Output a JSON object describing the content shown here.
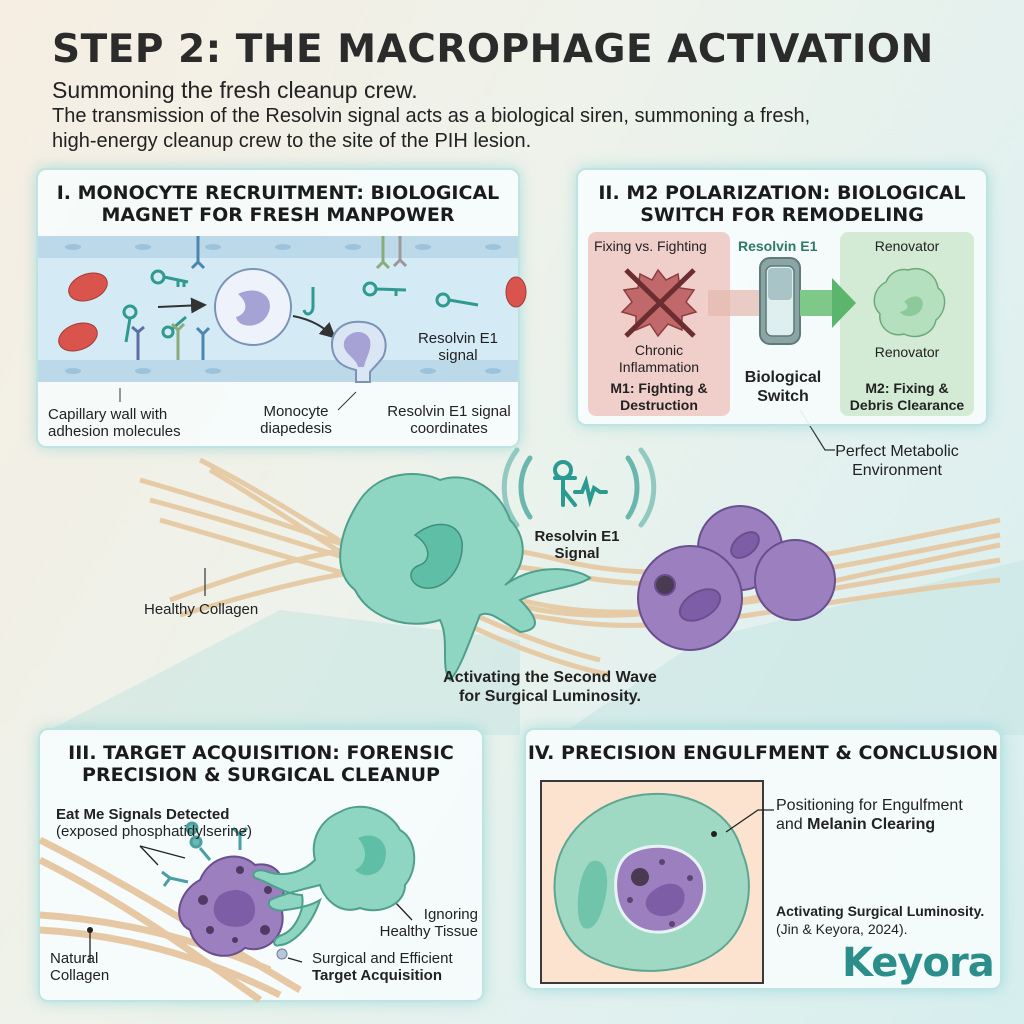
{
  "header": {
    "title": "STEP 2: THE MACROPHAGE ACTIVATION",
    "subtitle": "Summoning the fresh cleanup crew.",
    "description_line1": "The transmission of the Resolvin signal acts as a biological siren, summoning a fresh,",
    "description_line2": "high-energy cleanup crew to the site of the PIH lesion."
  },
  "panel1": {
    "title_line1": "I. MONOCYTE RECRUITMENT: BIOLOGICAL",
    "title_line2": "MAGNET FOR FRESH MANPOWER",
    "labels": {
      "resolvin_signal_1": "Resolvin E1",
      "resolvin_signal_2": "signal",
      "capillary_1": "Capillary wall with",
      "capillary_2": "adhesion molecules",
      "diapedesis_1": "Monocyte",
      "diapedesis_2": "diapedesis",
      "coordinates_1": "Resolvin E1 signal",
      "coordinates_2": "coordinates"
    }
  },
  "panel2": {
    "title_line1": "II. M2 POLARIZATION: BIOLOGICAL",
    "title_line2": "SWITCH FOR REMODELING",
    "m1": {
      "heading": "Fixing vs. Fighting",
      "caption_1": "Chronic",
      "caption_2": "Inflammation",
      "label_1": "M1: Fighting &",
      "label_2": "Destruction",
      "color": "#f0cfca"
    },
    "switch": {
      "heading": "Resolvin E1",
      "label_1": "Biological",
      "label_2": "Switch",
      "heading_color": "#2d7a66"
    },
    "m2": {
      "heading": "Renovator",
      "caption": "Renovator",
      "label_1": "M2: Fixing &",
      "label_2": "Debris Clearance",
      "color": "#d3ebd4"
    },
    "callout_1": "Perfect Metabolic",
    "callout_2": "Environment"
  },
  "center": {
    "signal_label_1": "Resolvin E1",
    "signal_label_2": "Signal",
    "collagen_label": "Healthy Collagen",
    "caption_1": "Activating the Second Wave",
    "caption_2": "for Surgical Luminosity."
  },
  "panel3": {
    "title_line1": "III. TARGET ACQUISITION: FORENSIC",
    "title_line2": "PRECISION & SURGICAL CLEANUP",
    "eat_me_1": "Eat Me Signals Detected",
    "eat_me_2": "(exposed phosphatidylserine)",
    "ignoring_1": "Ignoring",
    "ignoring_2": "Healthy Tissue",
    "collagen_1": "Natural",
    "collagen_2": "Collagen",
    "target_1": "Surgical and Efficient",
    "target_2": "Target Acquisition"
  },
  "panel4": {
    "title": "IV. PRECISION ENGULFMENT & CONCLUSION",
    "positioning_1": "Positioning for Engulfment",
    "positioning_2a": "and ",
    "positioning_2b": "Melanin Clearing",
    "conclusion_1": "Activating Surgical Luminosity.",
    "conclusion_2": "(Jin & Keyora, 2024)."
  },
  "brand": {
    "logo": "Keyora",
    "color": "#2b8e8b"
  },
  "colors": {
    "macrophage": "#8fd6c2",
    "apoptotic_cell": "#9b7fbf",
    "collagen": "#e9cfae",
    "capillary": "#cfe6f1",
    "rbc": "#d9544c"
  }
}
